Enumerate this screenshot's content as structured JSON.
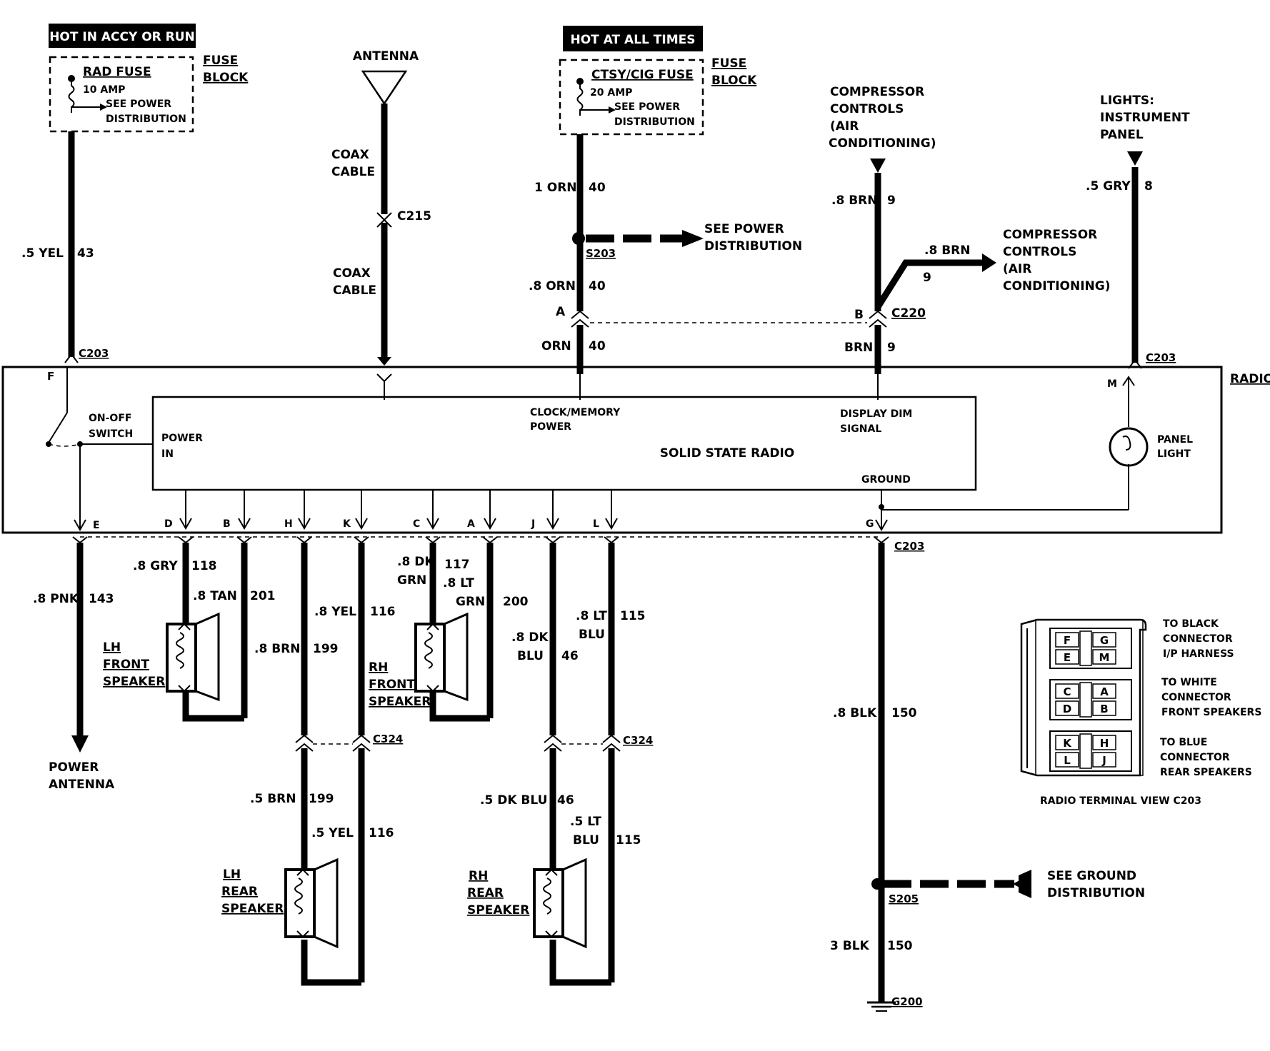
{
  "power_sources": {
    "accy": {
      "header": "HOT IN ACCY OR RUN",
      "fuse": "RAD FUSE",
      "amp": "10 AMP",
      "see1": "SEE POWER",
      "see2": "DISTRIBUTION",
      "block1": "FUSE",
      "block2": "BLOCK"
    },
    "all_times": {
      "header": "HOT AT ALL TIMES",
      "fuse": "CTSY/CIG FUSE",
      "amp": "20 AMP",
      "see1": "SEE POWER",
      "see2": "DISTRIBUTION",
      "block1": "FUSE",
      "block2": "BLOCK"
    }
  },
  "antenna": {
    "label": "ANTENNA",
    "coax1a": "COAX",
    "coax1b": "CABLE",
    "coax2a": "COAX",
    "coax2b": "CABLE",
    "conn": "C215"
  },
  "compressor_top": {
    "l1": "COMPRESSOR",
    "l2": "CONTROLS",
    "l3": "(AIR",
    "l4": "CONDITIONING)"
  },
  "compressor_right": {
    "l1": "COMPRESSOR",
    "l2": "CONTROLS",
    "l3": "(AIR",
    "l4": "CONDITIONING)"
  },
  "lights": {
    "l1": "LIGHTS:",
    "l2": "INSTRUMENT",
    "l3": "PANEL"
  },
  "see_power": {
    "l1": "SEE POWER",
    "l2": "DISTRIBUTION"
  },
  "see_ground": {
    "l1": "SEE GROUND",
    "l2": "DISTRIBUTION"
  },
  "wires": {
    "yel5": ".5 YEL",
    "c43": "43",
    "orn1": "1 ORN",
    "c40a": "40",
    "orn8": ".8 ORN",
    "c40b": "40",
    "orn": "ORN",
    "c40c": "40",
    "brn8top": ".8 BRN",
    "c9a": "9",
    "brn8branch": ".8 BRN",
    "c9b": "9",
    "brn": "BRN",
    "c9c": "9",
    "gry5": ".5 GRY",
    "c8": "8",
    "pnk8": ".8 PNK",
    "c143": "143",
    "gry8": ".8 GRY",
    "c118": "118",
    "tan8": ".8 TAN",
    "c201": "201",
    "brn8b": ".8 BRN",
    "c199a": "199",
    "yel8": ".8 YEL",
    "c116a": "116",
    "dkgrn_a": ".8 DK",
    "dkgrn_b": "GRN",
    "c117": "117",
    "ltgrn_a": ".8 LT",
    "ltgrn_b": "GRN",
    "c200": "200",
    "dkblu_a": ".8 DK",
    "dkblu_b": "BLU",
    "c46a": "46",
    "ltblu_a": ".8 LT",
    "ltblu_b": "BLU",
    "c115a": "115",
    "brn5": ".5 BRN",
    "c199b": "199",
    "yel5b": ".5 YEL",
    "c116b": "116",
    "dkblu5": ".5 DK BLU",
    "c46b": "46",
    "ltblu5_a": ".5 LT",
    "ltblu5_b": "BLU",
    "c115b": "115",
    "blk8": ".8 BLK",
    "c150a": "150",
    "blk3": "3 BLK",
    "c150b": "150"
  },
  "connectors": {
    "c203_tl": "C203",
    "c203_tr": "C203",
    "c203_b": "C203",
    "s203": "S203",
    "c220": "C220",
    "pin_a": "A",
    "pin_b": "B",
    "c324_l": "C324",
    "c324_r": "C324",
    "s205": "S205",
    "g200": "G200"
  },
  "radio": {
    "label": "RADIO",
    "inner": "SOLID STATE RADIO",
    "power_in1": "POWER",
    "power_in2": "IN",
    "clock1": "CLOCK/MEMORY",
    "clock2": "POWER",
    "dim1": "DISPLAY DIM",
    "dim2": "SIGNAL",
    "ground": "GROUND",
    "switch1": "ON-OFF",
    "switch2": "SWITCH",
    "panel1": "PANEL",
    "panel2": "LIGHT",
    "pins": {
      "F": "F",
      "M": "M",
      "E": "E",
      "D": "D",
      "B": "B",
      "H": "H",
      "K": "K",
      "C": "C",
      "A": "A",
      "J": "J",
      "L": "L",
      "G": "G"
    }
  },
  "speakers": {
    "lhf": [
      "LH",
      "FRONT",
      "SPEAKER"
    ],
    "rhf": [
      "RH",
      "FRONT",
      "SPEAKER"
    ],
    "lhr": [
      "LH",
      "REAR",
      "SPEAKER"
    ],
    "rhr": [
      "RH",
      "REAR",
      "SPEAKER"
    ]
  },
  "power_antenna": {
    "l1": "POWER",
    "l2": "ANTENNA"
  },
  "terminal_view": {
    "title": "RADIO TERMINAL VIEW C203",
    "black": [
      "TO BLACK",
      "CONNECTOR",
      "I/P HARNESS"
    ],
    "white": [
      "TO WHITE",
      "CONNECTOR",
      "FRONT SPEAKERS"
    ],
    "blue": [
      "TO BLUE",
      "CONNECTOR",
      "REAR SPEAKERS"
    ],
    "cells": [
      "F",
      "G",
      "E",
      "M",
      "C",
      "A",
      "D",
      "B",
      "K",
      "H",
      "L",
      "J"
    ]
  }
}
